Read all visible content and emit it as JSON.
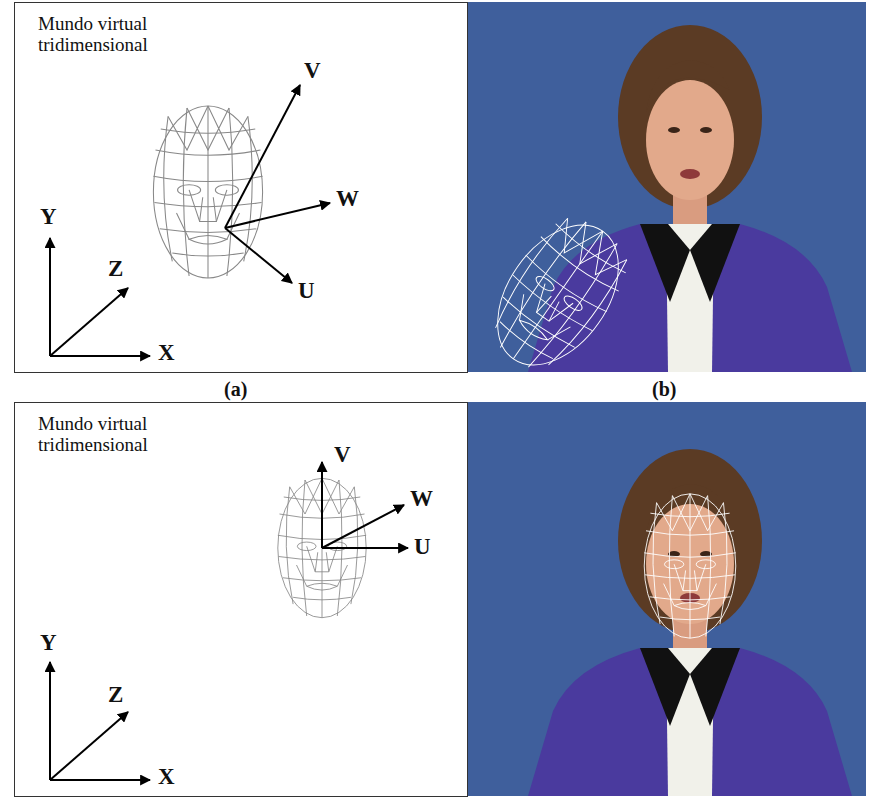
{
  "diagram": {
    "labels": [
      "Mundo virtual tridimensional",
      "V",
      "W",
      "U",
      "Y",
      "Z",
      "X",
      "(a)",
      "(b)",
      "Mundo virtual tridimensional",
      "V",
      "W",
      "U",
      "Y",
      "Z",
      "X"
    ]
  }
}
